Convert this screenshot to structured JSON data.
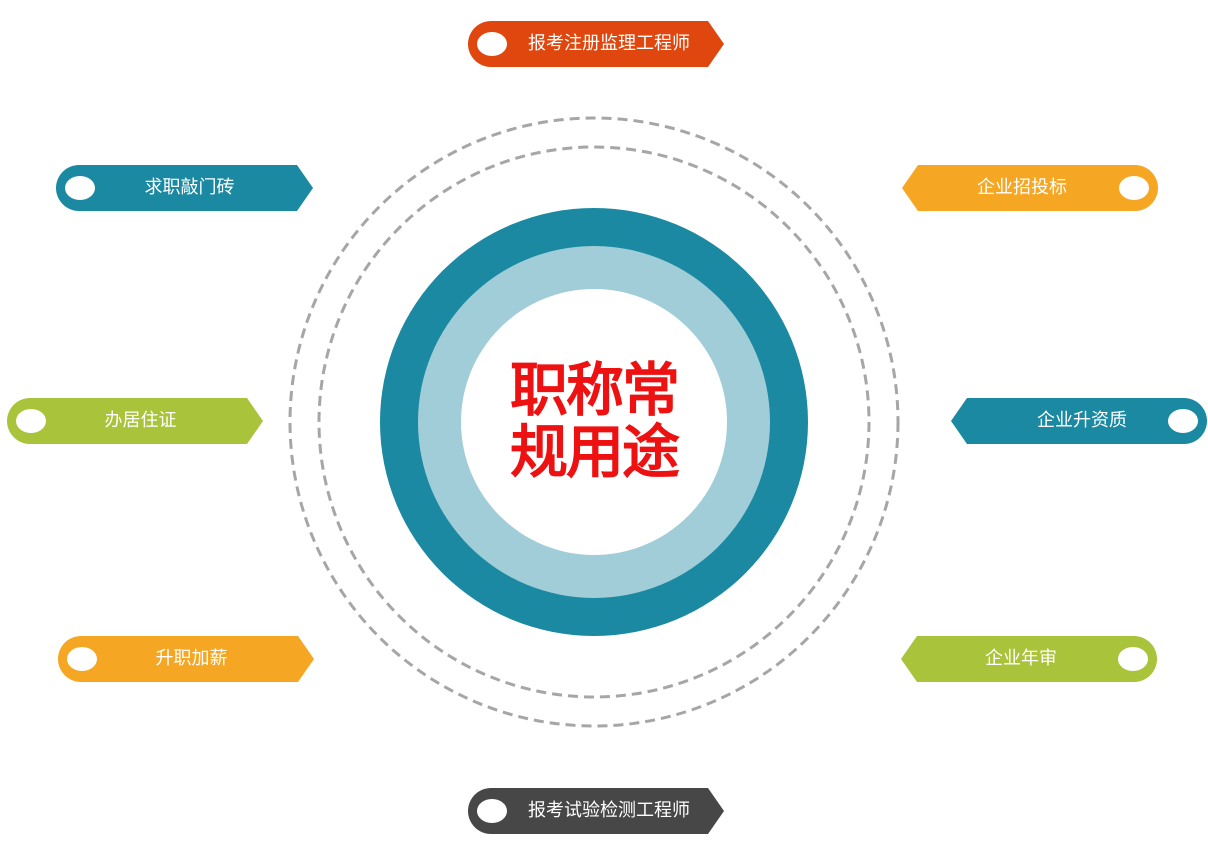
{
  "center": {
    "line1": "职称常",
    "line2": "规用途"
  },
  "tags": {
    "top": "报考注册监理工程师",
    "bottom": "报考试验检测工程师",
    "left1": "求职敲门砖",
    "left2": "办居住证",
    "left3": "升职加薪",
    "right1": "企业招投标",
    "right2": "企业升资质",
    "right3": "企业年审"
  },
  "colors": {
    "orange_red": "#e0470f",
    "teal": "#1a89a1",
    "amber": "#f5a623",
    "lime": "#a9c33a",
    "dark_gray": "#474747",
    "light_teal": "#a1cdd8",
    "title_red": "#ee1111",
    "dash_gray": "#a6a6a6"
  }
}
